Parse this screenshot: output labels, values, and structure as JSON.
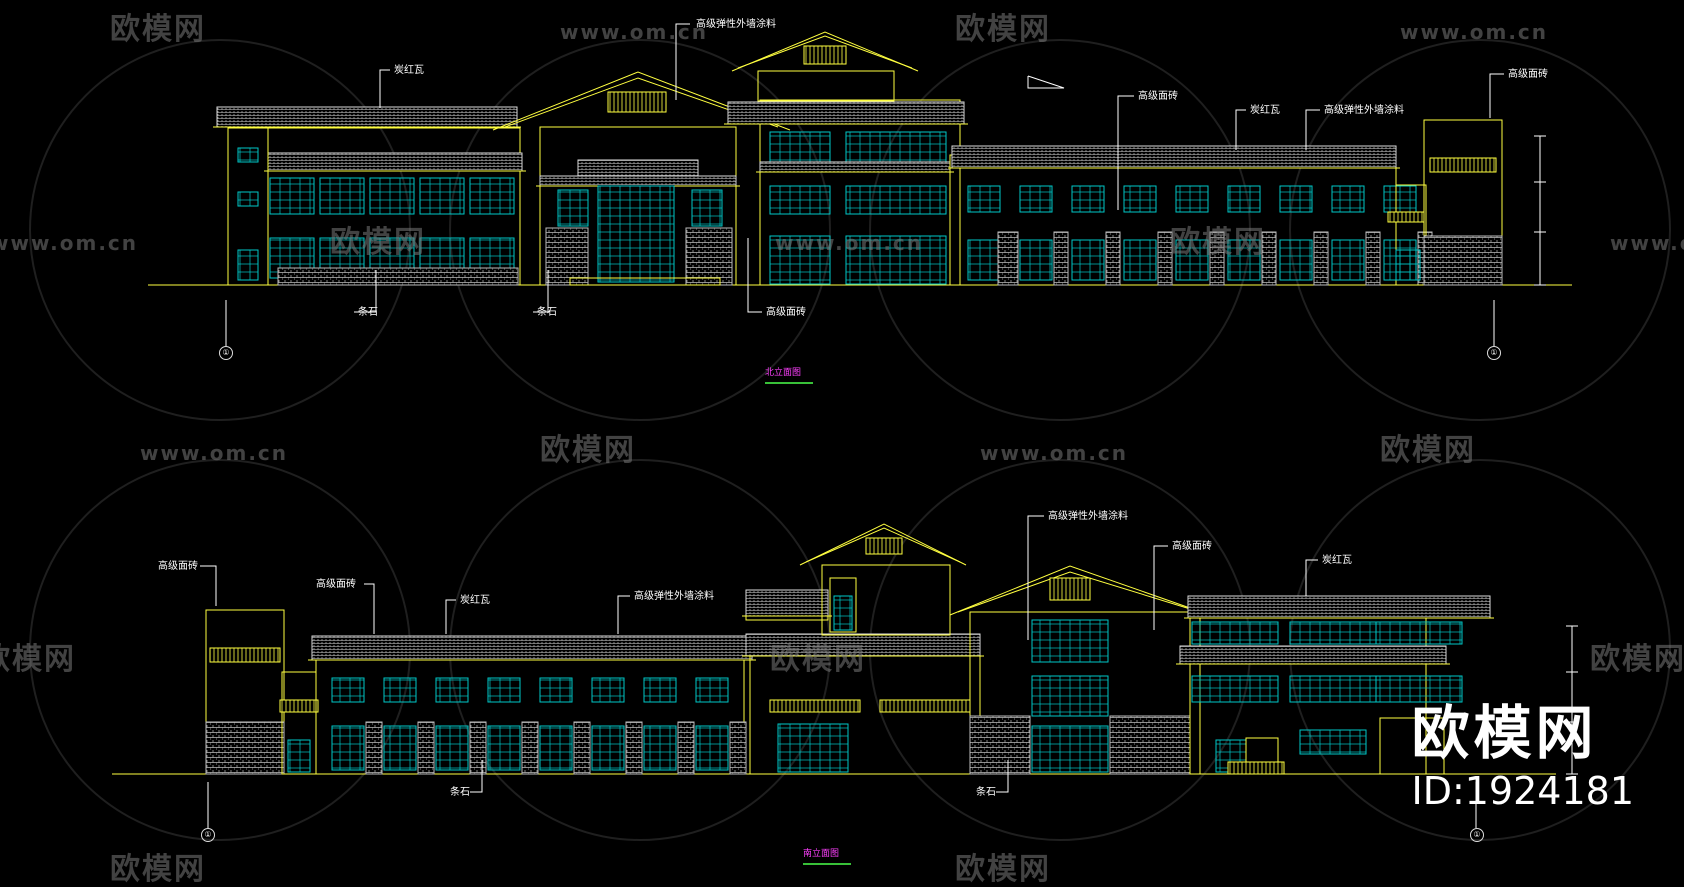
{
  "watermark": {
    "url_text": "www.om.cn",
    "logo_text": "欧模网"
  },
  "north_elevation": {
    "title": "北立面图",
    "labels": {
      "red_tile_a": "炭红瓦",
      "paint_a": "高级弹性外墙涂料",
      "tile_right": "高级面砖",
      "red_tile_b": "炭红瓦",
      "paint_b": "高级弹性外墙涂料",
      "tile_far_right": "高级面砖",
      "stone_left": "条石",
      "stone_mid": "条石",
      "tile_bottom": "高级面砖"
    },
    "axes": {
      "left": "①",
      "right": "①"
    }
  },
  "south_elevation": {
    "title": "南立面图",
    "labels": {
      "tile_left": "高级面砖",
      "tile_b": "高级面砖",
      "red_tile": "炭红瓦",
      "paint_a": "高级弹性外墙涂料",
      "paint_top": "高级弹性外墙涂料",
      "tile_mid": "高级面砖",
      "red_tile_right": "炭红瓦",
      "stone_left": "条石",
      "stone_right": "条石"
    },
    "axes": {
      "left": "①",
      "right": "①"
    }
  },
  "brand": {
    "name": "欧模网",
    "id": "ID:1924181"
  },
  "colors": {
    "background": "#000000",
    "outline": "#ffff40",
    "glazing": "#00c8c8",
    "stone": "#c8c8c8",
    "leader": "#ffffff",
    "title_color": "#ff40ff",
    "underline": "#38c038"
  }
}
